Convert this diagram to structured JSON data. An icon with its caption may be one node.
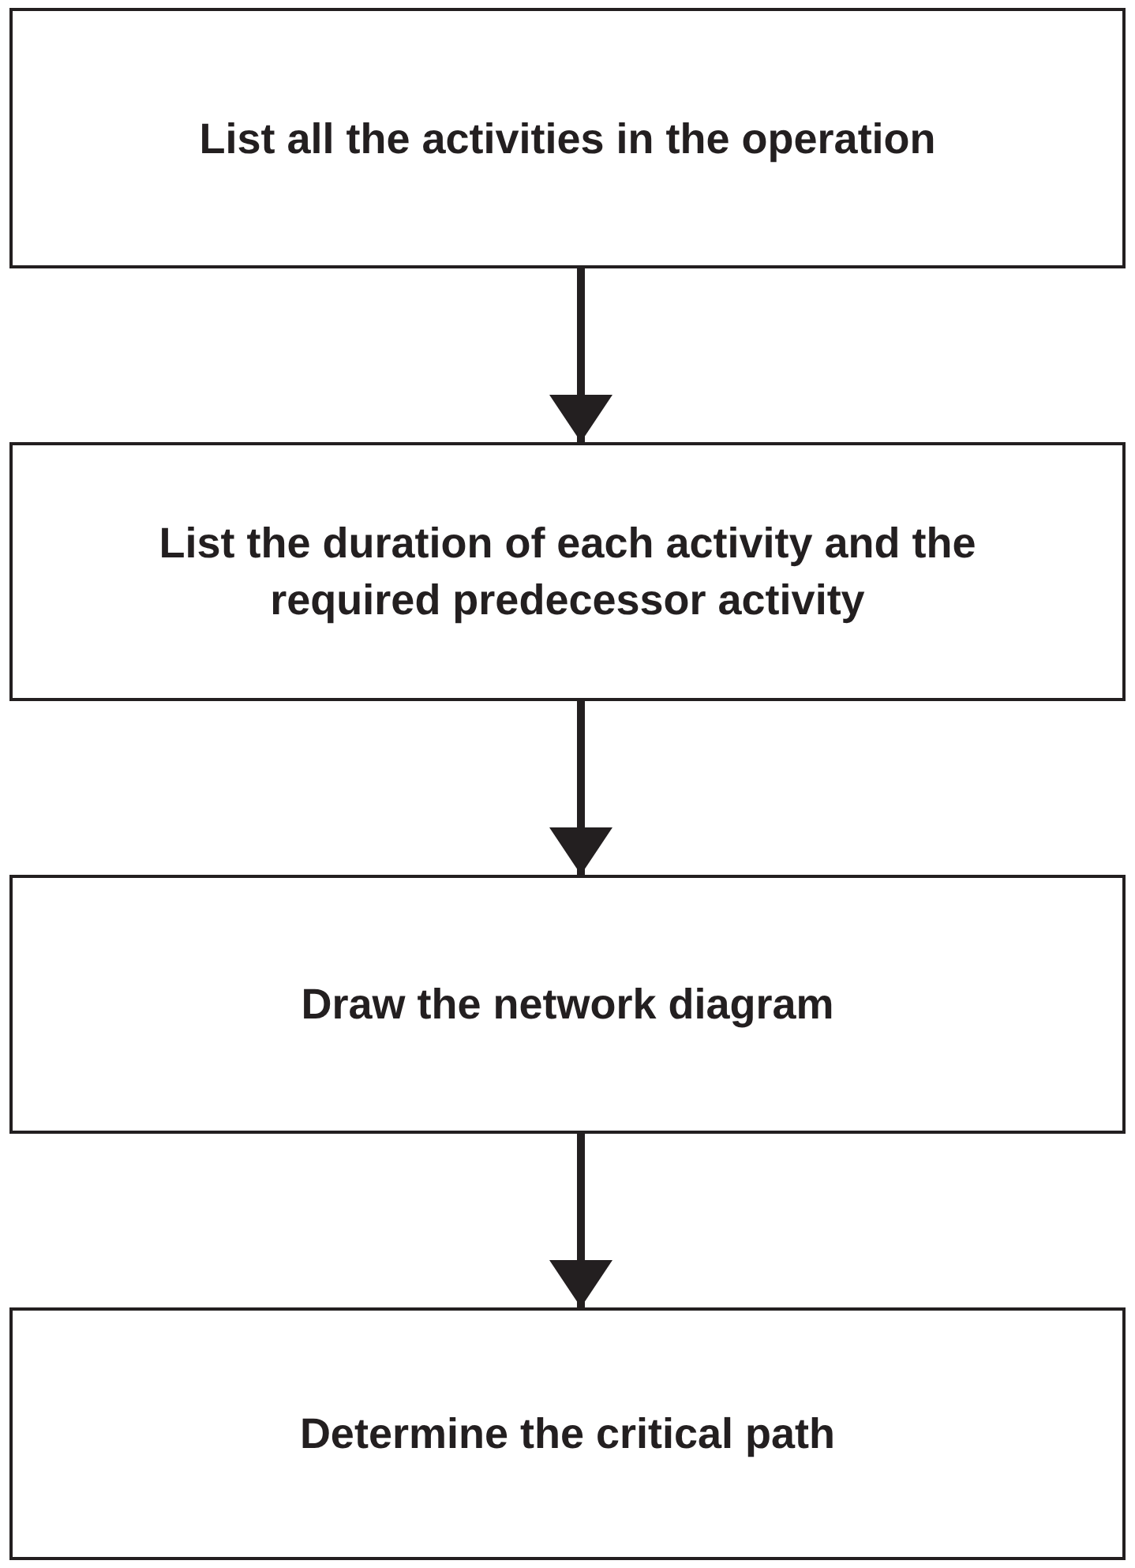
{
  "diagram": {
    "nodes": [
      {
        "text": [
          "List all the activities in the operation"
        ]
      },
      {
        "text": [
          "List the duration of each activity and the required predecessor activity"
        ]
      },
      {
        "text": [
          "Draw the network diagram"
        ]
      },
      {
        "text": [
          "Determine the critical path"
        ]
      }
    ],
    "edges": [
      {
        "from": 0,
        "to": 1,
        "arrow": "to"
      },
      {
        "from": 1,
        "to": 2,
        "arrow": "to"
      },
      {
        "from": 2,
        "to": 3,
        "arrow": "to"
      }
    ]
  }
}
